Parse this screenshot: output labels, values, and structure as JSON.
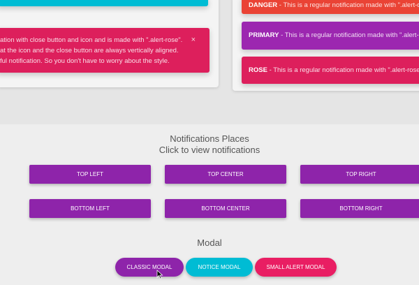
{
  "alerts": {
    "rose_long": {
      "lines": [
        "ation with close button and icon and is made with \".alert-rose\".",
        "at the icon and the close button are always vertically aligned.",
        "ful notification. So you don't have to worry about the style."
      ],
      "close": "×"
    },
    "danger": {
      "label": "DANGER",
      "text": " - This is a regular notification made with \".alert-danger\""
    },
    "primary": {
      "label": "PRIMARY",
      "text": " - This is a regular notification made with \".alert-prima"
    },
    "rose": {
      "label": "ROSE",
      "text": " - This is a regular notification made with \".alert-rose\""
    }
  },
  "places": {
    "title": "Notifications Places",
    "subtitle": "Click to view notifications",
    "buttons": [
      "TOP LEFT",
      "TOP CENTER",
      "TOP RIGHT",
      "BOTTOM LEFT",
      "BOTTOM CENTER",
      "BOTTOM RIGHT"
    ]
  },
  "modal": {
    "title": "Modal",
    "buttons": [
      "CLASSIC MODAL",
      "NOTICE MODAL",
      "SMALL ALERT MODAL"
    ]
  },
  "colors": {
    "primary": "#8e24aa",
    "info": "#00bcd4",
    "rose": "#e91e63",
    "danger": "#f44336"
  }
}
